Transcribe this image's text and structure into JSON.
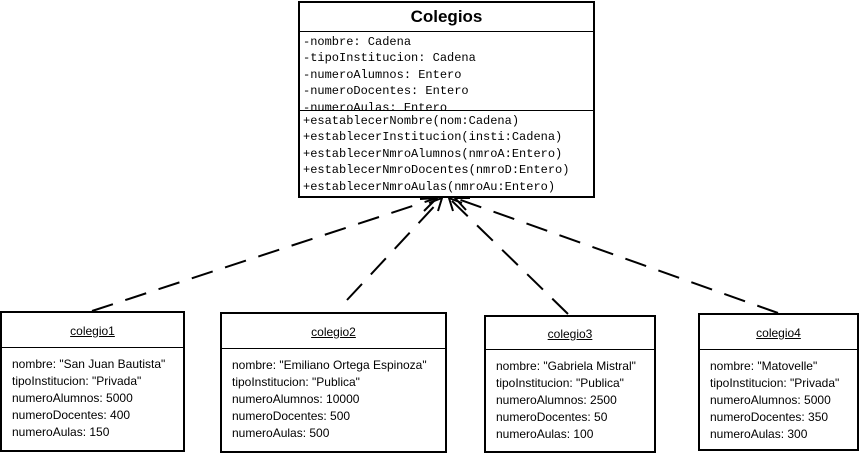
{
  "class": {
    "title": "Colegios",
    "attributes": [
      "-nombre: Cadena",
      "-tipoInstitucion: Cadena",
      "-numeroAlumnos: Entero",
      "-numeroDocentes: Entero",
      "-numeroAulas: Entero"
    ],
    "operations": [
      "+esatablecerNombre(nom:Cadena)",
      "+establecerInstitucion(insti:Cadena)",
      "+establecerNmroAlumnos(nmroA:Entero)",
      "+establecerNmroDocentes(nmroD:Entero)",
      "+establecerNmroAulas(nmroAu:Entero)"
    ]
  },
  "objects": [
    {
      "title": "colegio1",
      "fields": [
        "nombre: \"San Juan Bautista\"",
        "tipoInstitucion: \"Privada\"",
        "numeroAlumnos: 5000",
        "numeroDocentes: 400",
        "numeroAulas: 150"
      ]
    },
    {
      "title": "colegio2",
      "fields": [
        "nombre: \"Emiliano Ortega Espinoza\"",
        "tipoInstitucion: \"Publica\"",
        "numeroAlumnos: 10000",
        "numeroDocentes: 500",
        "numeroAulas: 500"
      ]
    },
    {
      "title": "colegio3",
      "fields": [
        "nombre: \"Gabriela Mistral\"",
        "tipoInstitucion: \"Publica\"",
        "numeroAlumnos: 2500",
        "numeroDocentes: 50",
        "numeroAulas: 100"
      ]
    },
    {
      "title": "colegio4",
      "fields": [
        "nombre: \"Matovelle\"",
        "tipoInstitucion: \"Privada\"",
        "numeroAlumnos: 5000",
        "numeroDocentes: 350",
        "numeroAulas: 300"
      ]
    }
  ]
}
